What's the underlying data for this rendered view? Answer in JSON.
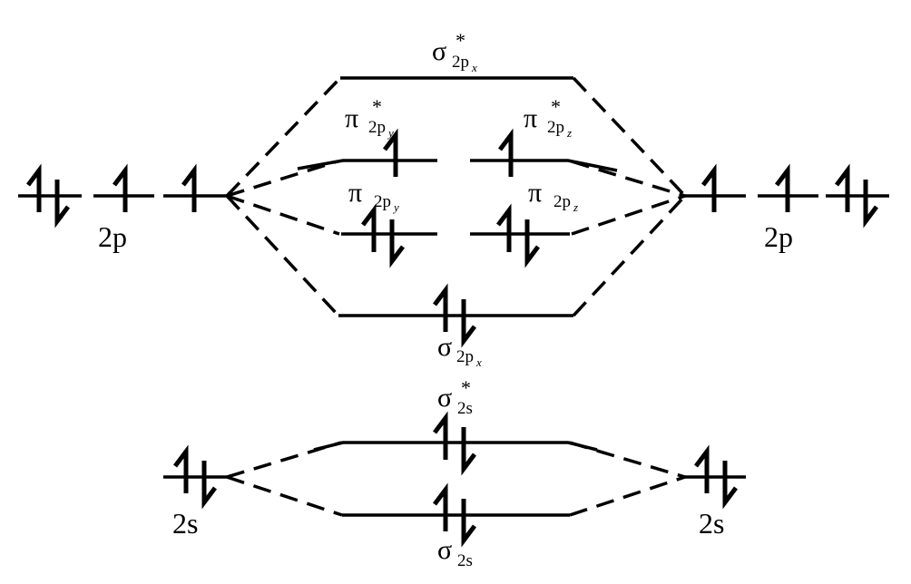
{
  "atomic_labels": {
    "left_2p": "2p",
    "right_2p": "2p",
    "left_2s": "2s",
    "right_2s": "2s"
  },
  "orbitals": {
    "sigma_star_2px": {
      "symbol": "σ",
      "star": "*",
      "sub": "2p",
      "subsub": "x",
      "electrons": 0
    },
    "pi_star_2py": {
      "symbol": "π",
      "star": "*",
      "sub": "2p",
      "subsub": "y",
      "electrons": 1
    },
    "pi_star_2pz": {
      "symbol": "π",
      "star": "*",
      "sub": "2p",
      "subsub": "z",
      "electrons": 1
    },
    "pi_2py": {
      "symbol": "π",
      "sub": "2p",
      "subsub": "y",
      "electrons": 2
    },
    "pi_2pz": {
      "symbol": "π",
      "sub": "2p",
      "subsub": "z",
      "electrons": 2
    },
    "sigma_2px": {
      "symbol": "σ",
      "sub": "2p",
      "subsub": "x",
      "electrons": 2
    },
    "sigma_star_2s": {
      "symbol": "σ",
      "star": "*",
      "sub": "2s",
      "electrons": 2
    },
    "sigma_2s": {
      "symbol": "σ",
      "sub": "2s",
      "electrons": 2
    }
  },
  "atomic_electrons": {
    "left_2p": [
      2,
      1,
      1
    ],
    "right_2p": [
      1,
      1,
      2
    ],
    "left_2s": 2,
    "right_2s": 2
  }
}
